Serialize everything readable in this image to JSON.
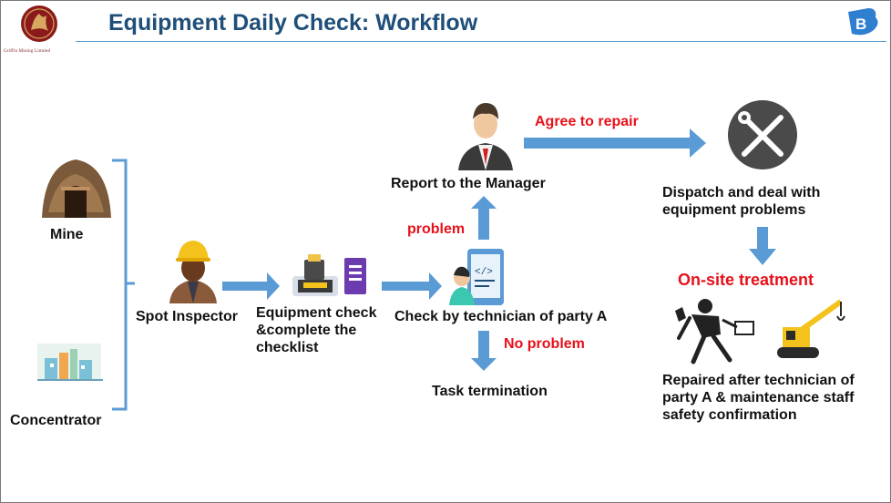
{
  "header": {
    "title": "Equipment Daily Check:  Workflow",
    "company_name": "Griffin Mining Limited"
  },
  "nodes": {
    "mine": "Mine",
    "concentrator": "Concentrator",
    "spot_inspector": "Spot Inspector",
    "equipment_check_1": "Equipment check",
    "equipment_check_2": "&complete the",
    "equipment_check_3": "checklist",
    "technician_check": "Check by technician of party A",
    "report_manager": "Report to the  Manager",
    "task_termination": "Task termination",
    "dispatch_1": "Dispatch and deal with",
    "dispatch_2": "equipment problems",
    "repaired_1": "Repaired after  technician of",
    "repaired_2": "party A & maintenance staff",
    "repaired_3": "safety confirmation"
  },
  "labels": {
    "problem": "problem",
    "no_problem": "No problem",
    "agree_to_repair": "Agree to repair",
    "onsite_treatment": "On-site treatment"
  },
  "colors": {
    "title": "#1f4e79",
    "arrow": "#5b9bd5",
    "highlight": "#e8101a",
    "text": "#111111"
  },
  "icons": [
    "company-logo",
    "brand-b-icon",
    "mine-icon",
    "concentrator-icon",
    "inspector-icon",
    "checklist-icon",
    "technician-icon",
    "manager-icon",
    "tools-icon",
    "repair-worker-icon",
    "crane-icon"
  ]
}
